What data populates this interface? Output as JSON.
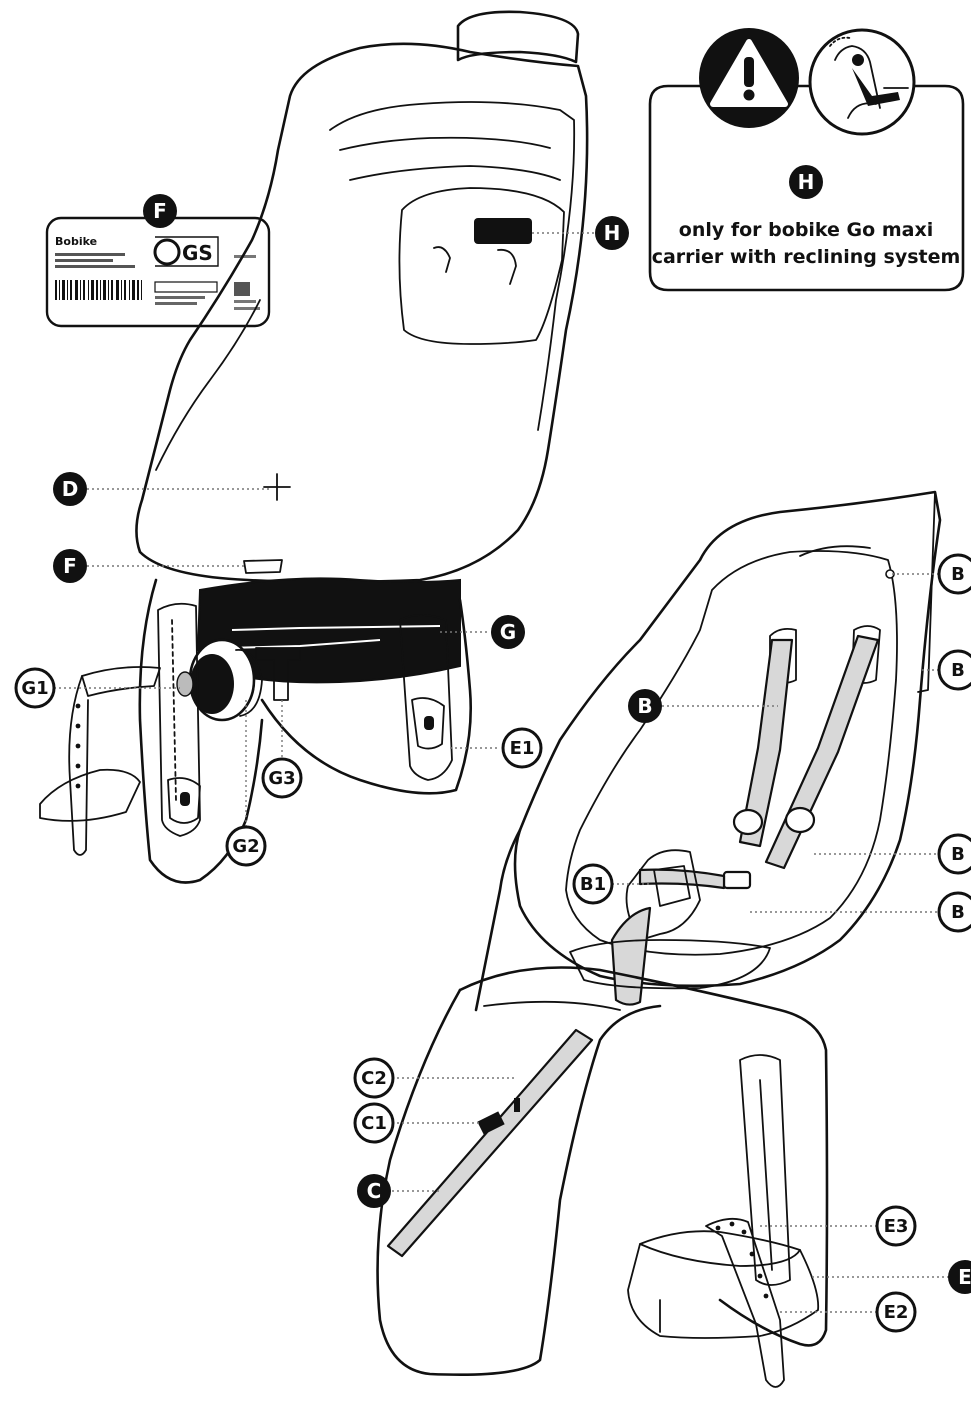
{
  "warning": {
    "badge": "H",
    "text_line1": "only for bobike Go maxi",
    "text_line2": "carrier with  reclining system",
    "warning_icon": "exclamation-triangle-icon",
    "child_icon": "reclining-child-seat-icon"
  },
  "label": {
    "brand": "Bobike",
    "logo": "GS"
  },
  "callouts": {
    "D": "D",
    "F": "F",
    "F_label": "F",
    "H": "H",
    "G": "G",
    "G1": "G1",
    "G2": "G2",
    "G3": "G3",
    "E1": "E1",
    "B": "B",
    "B1": "B1",
    "B_top": "B",
    "B_mid": "B",
    "B_low1": "B",
    "B_low2": "B",
    "C": "C",
    "C1": "C1",
    "C2": "C2",
    "E3": "E3",
    "E2": "E2",
    "E": "E"
  },
  "colors": {
    "ink": "#111111",
    "strap": "#d8d8d8",
    "background": "#ffffff"
  }
}
